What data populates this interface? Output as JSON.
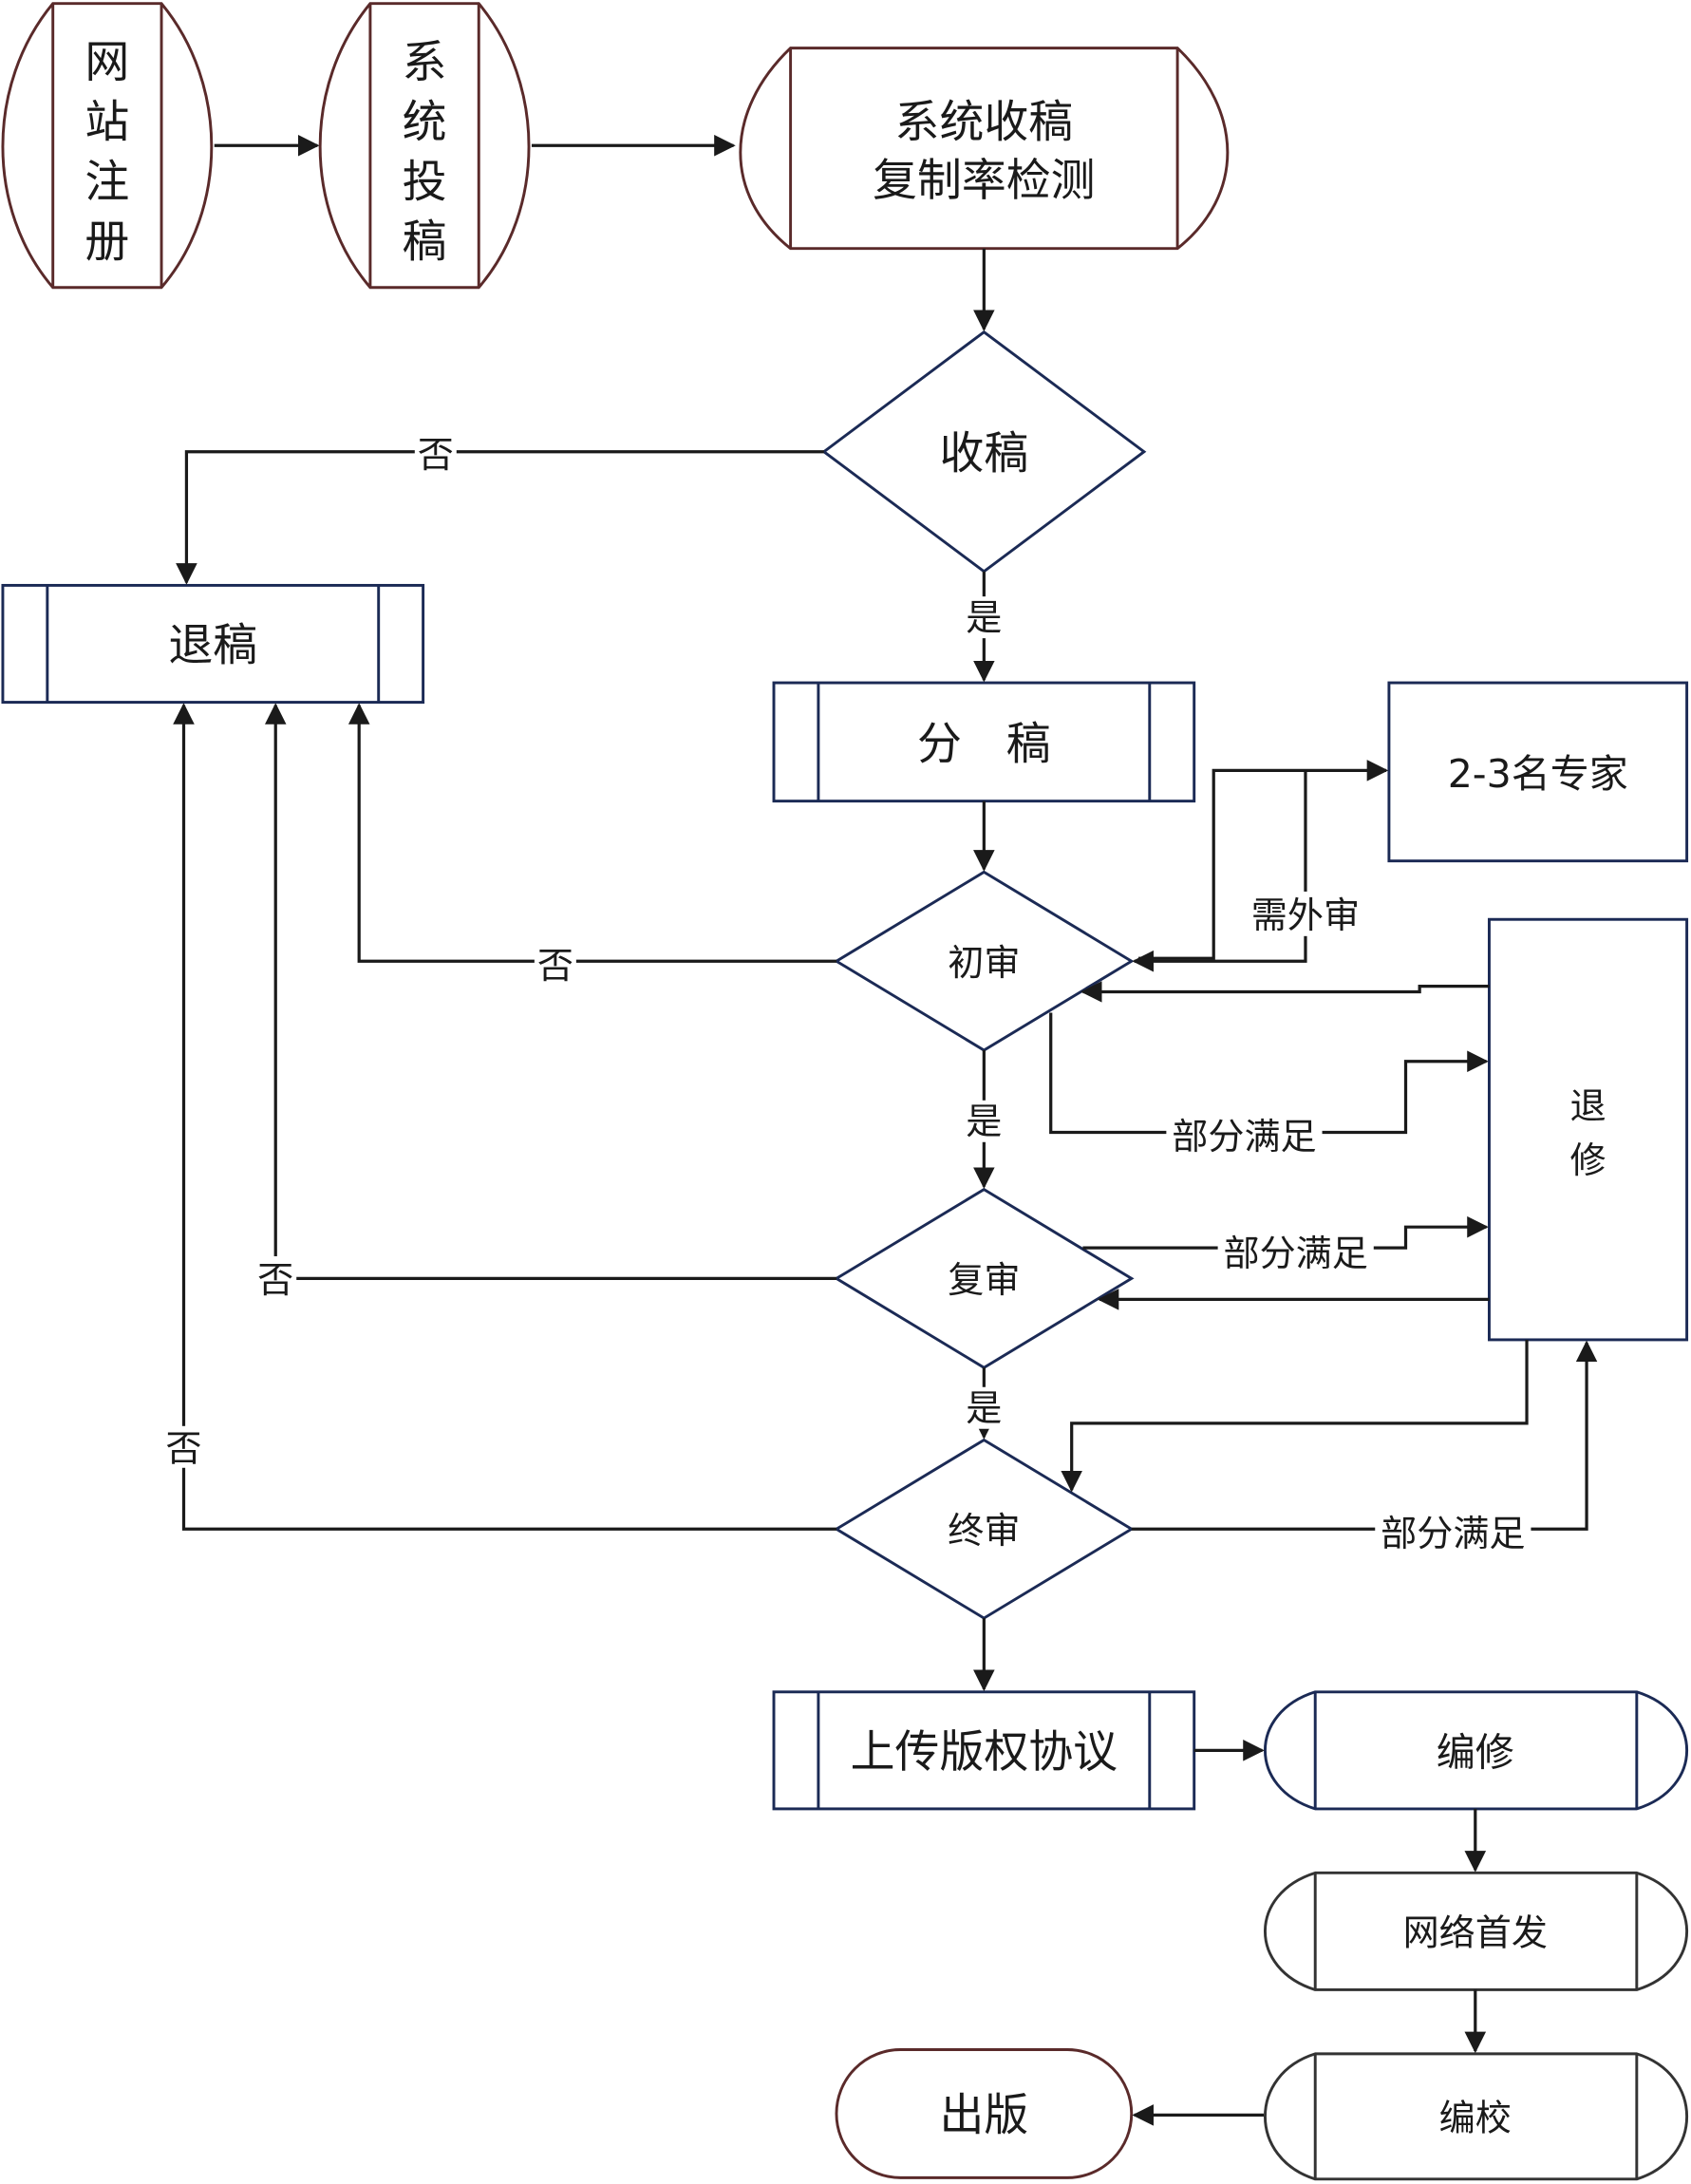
{
  "diagram": {
    "nodes": {
      "register": {
        "label": [
          "网",
          "站",
          "注",
          "册"
        ],
        "shape": "lens-process"
      },
      "submit": {
        "label": [
          "系",
          "统",
          "投",
          "稿"
        ],
        "shape": "lens-process"
      },
      "receive_check": {
        "line1": "系统收稿",
        "line2": "复制率检测",
        "shape": "lens-process"
      },
      "accept_decision": {
        "label": "收稿",
        "shape": "diamond"
      },
      "reject": {
        "label": "退稿",
        "shape": "predefined-process"
      },
      "assign": {
        "label": "分　稿",
        "shape": "predefined-process"
      },
      "experts": {
        "label": "2-3名专家",
        "shape": "rectangle"
      },
      "first_review": {
        "label": "初审",
        "shape": "diamond"
      },
      "revise": {
        "label": [
          "退",
          "修"
        ],
        "shape": "rectangle"
      },
      "second_review": {
        "label": "复审",
        "shape": "diamond"
      },
      "final_review": {
        "label": "终审",
        "shape": "diamond"
      },
      "copyright": {
        "label": "上传版权协议",
        "shape": "predefined-process"
      },
      "edit_revise": {
        "label": "编修",
        "shape": "terminal-process"
      },
      "online_first": {
        "label": "网络首发",
        "shape": "terminal-process"
      },
      "proofread": {
        "label": "编校",
        "shape": "terminal-process"
      },
      "publish": {
        "label": "出版",
        "shape": "terminal"
      }
    },
    "edge_labels": {
      "no": "否",
      "yes": "是",
      "external_review": "需外审",
      "partially_satisfied": "部分满足"
    },
    "colors": {
      "brown": "#5a2a2a",
      "navy": "#1b2a55",
      "gray": "#333333",
      "line": "#1a1a1a"
    }
  }
}
